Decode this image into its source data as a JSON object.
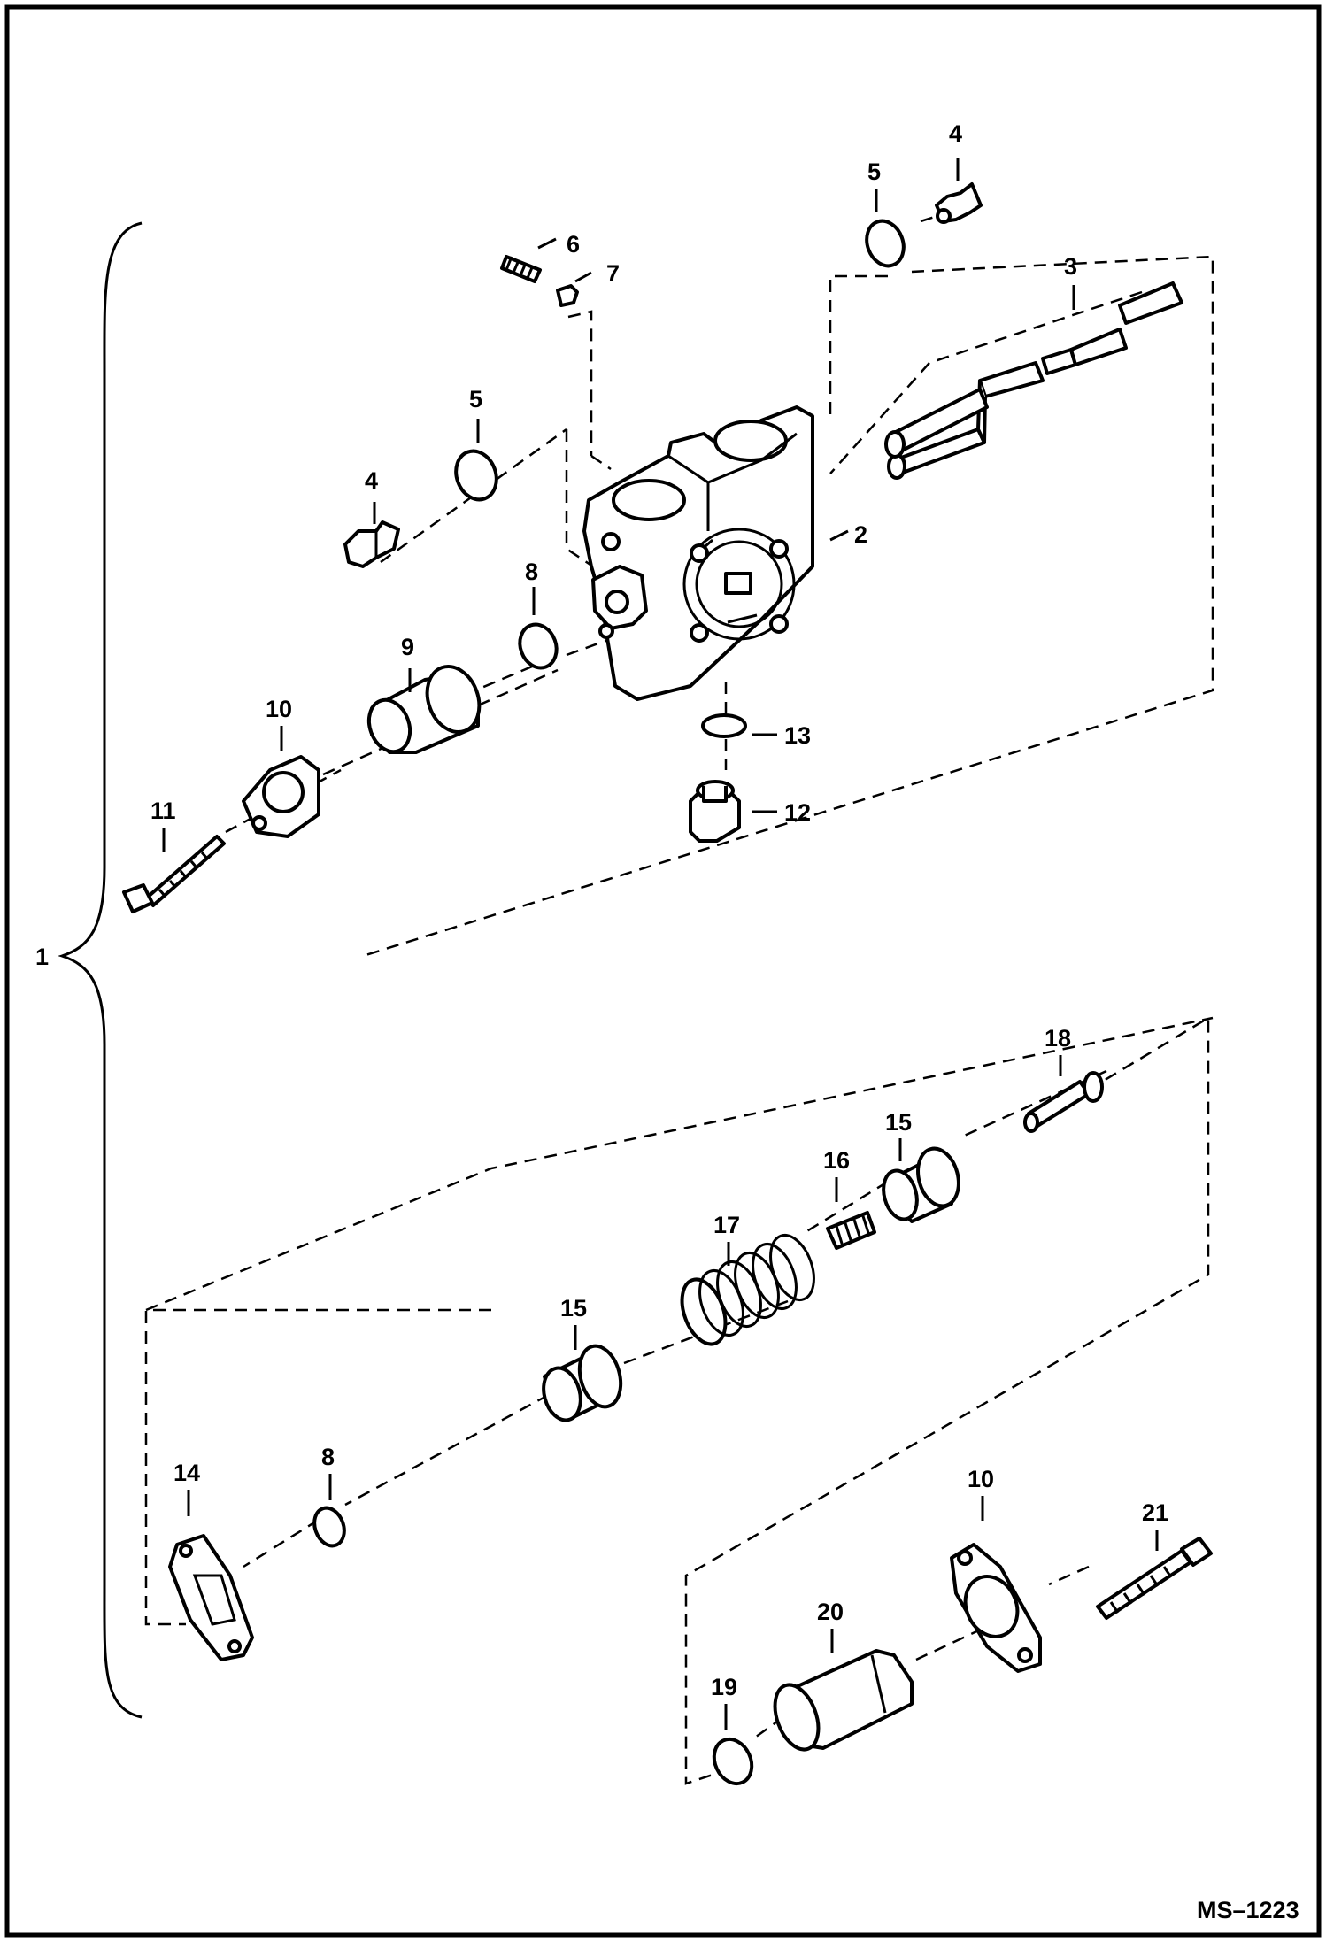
{
  "diagram": {
    "reference_code": "MS–1223",
    "assembly_label": "1",
    "callouts": {
      "c2": "2",
      "c3": "3",
      "c4_top": "4",
      "c4_left": "4",
      "c5_top": "5",
      "c5_left": "5",
      "c6": "6",
      "c7": "7",
      "c8_upper": "8",
      "c8_lower": "8",
      "c9": "9",
      "c10_upper": "10",
      "c10_lower": "10",
      "c11": "11",
      "c12": "12",
      "c13": "13",
      "c14": "14",
      "c15_upper": "15",
      "c15_lower": "15",
      "c16": "16",
      "c17": "17",
      "c18": "18",
      "c19": "19",
      "c20": "20",
      "c21": "21"
    }
  }
}
